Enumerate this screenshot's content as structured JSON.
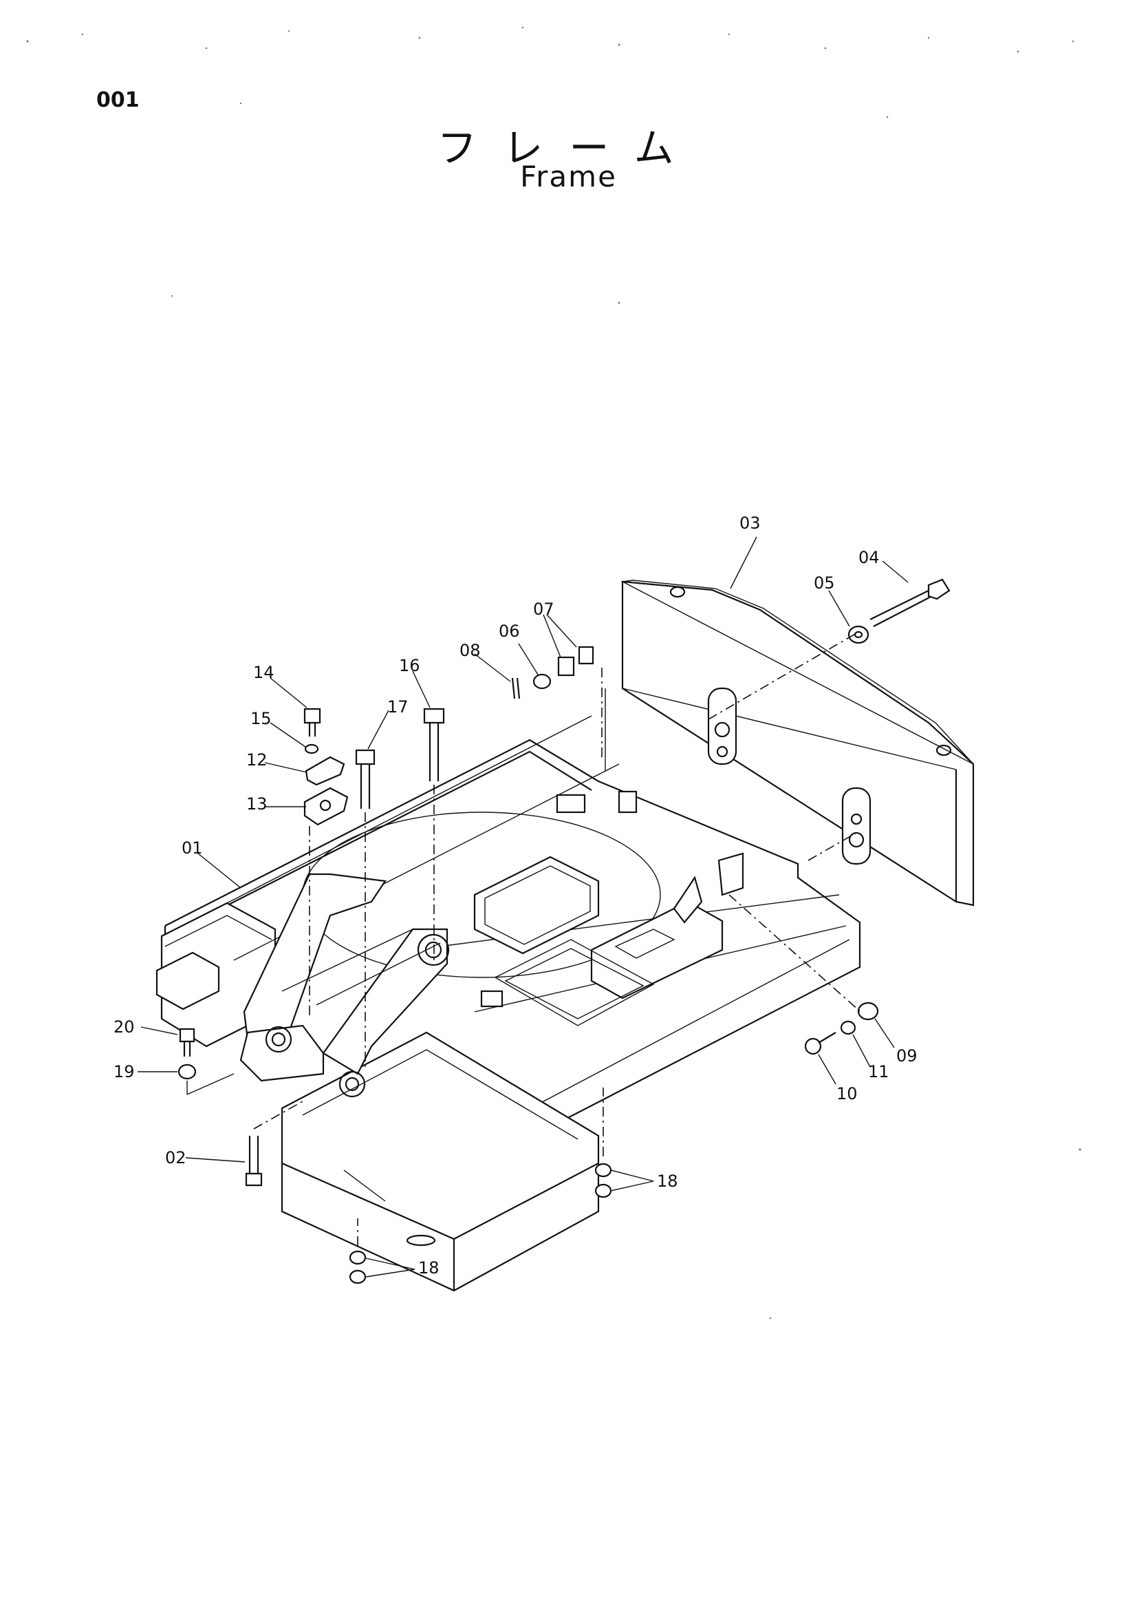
{
  "page": {
    "id": "001",
    "title_jp": "フレーム",
    "title_en": "Frame"
  },
  "labels": {
    "l01": "01",
    "l02": "02",
    "l03": "03",
    "l04": "04",
    "l05": "05",
    "l06": "06",
    "l07": "07",
    "l08": "08",
    "l09": "09",
    "l10": "10",
    "l11": "11",
    "l12": "12",
    "l13": "13",
    "l14": "14",
    "l15": "15",
    "l16": "16",
    "l17": "17",
    "l18a": "18",
    "l18b": "18",
    "l19": "19",
    "l20": "20"
  }
}
